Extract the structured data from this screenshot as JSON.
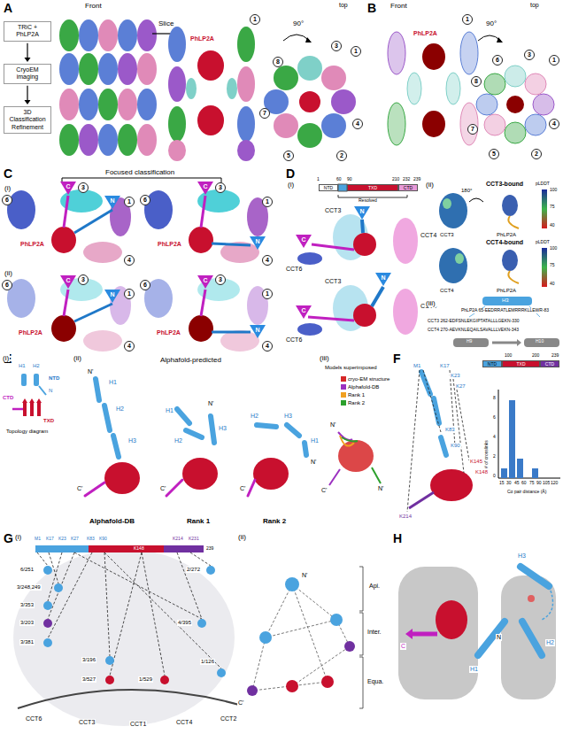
{
  "diagram": {
    "nodes": [
      {
        "text": [
          "TRiC + PhLP2A"
        ]
      },
      {
        "text": [
          "CryoEM imaging"
        ]
      },
      {
        "text": [
          "3D Classification Refinement"
        ]
      },
      {
        "text": [
          "NTD"
        ]
      },
      {
        "text": [
          "TXD"
        ]
      },
      {
        "text": [
          "CTD"
        ]
      },
      {
        "text": [
          "NTD"
        ]
      },
      {
        "text": [
          "TXD"
        ]
      },
      {
        "text": [
          "CTD"
        ]
      }
    ],
    "edges": [
      {
        "from": 0,
        "to": 1,
        "arrow": "to"
      },
      {
        "from": 1,
        "to": 2,
        "arrow": "to"
      }
    ],
    "labels": [
      "A",
      "Front",
      "Slice",
      "PhLP2A",
      "top",
      "90°",
      "1",
      "1",
      "3",
      "8",
      "7",
      "5",
      "2",
      "4",
      "B",
      "Front",
      "PhLP2A",
      "1",
      "90°",
      "top",
      "1",
      "6",
      "3",
      "8",
      "7",
      "5",
      "2",
      "4",
      "C",
      "Focused classification",
      "(i)",
      "6",
      "3",
      "1",
      "4",
      "PhLP2A",
      "C",
      "N",
      "6",
      "3",
      "1",
      "4",
      "PhLP2A",
      "C",
      "N",
      "(ii)",
      "6",
      "3",
      "1",
      "4",
      "PhLP2A",
      "C",
      "N",
      "6",
      "3",
      "1",
      "4",
      "PhLP2A",
      "C",
      "N",
      "D",
      "(i)",
      "1",
      "60",
      "90",
      "210",
      "232",
      "239",
      "Resolved",
      "N",
      "C",
      "CCT3",
      "CCT4",
      "CCT6",
      "N",
      "C",
      "CCT3",
      "CCT4",
      "CCT6",
      "(ii)",
      "CCT3-bound",
      "180°",
      "CCT3",
      "PhLP2A",
      "pLDDT",
      "100",
      "75",
      "40",
      "CCT4-bound",
      "CCT4",
      "PhLP2A",
      "pLDDT",
      "100",
      "75",
      "40",
      "(iii)",
      "H3",
      "PhLP2A 65-EEDRRATLEMRRRKLLEWR-83",
      "CCT3 262-EDFSNLEKGIPTATALLLGEKN-330",
      "CCT4 270-AEVKNLEQAILSAVALLLVEKN-343",
      "H9",
      "H10",
      "E",
      "(i)",
      "H1",
      "H2",
      "NTD",
      "N",
      "CTD",
      "TXD",
      "Topology diagram",
      "(ii)",
      "Alphafold-predicted",
      "N'",
      "H1",
      "H2",
      "H3",
      "C'",
      "Alphafold-DB",
      "N'",
      "H1",
      "H2",
      "H3",
      "C'",
      "Rank 1",
      "H2",
      "H3",
      "H1",
      "N'",
      "C'",
      "Rank 2",
      "(iii)",
      "Models superimposed",
      "N'",
      "C'",
      "N'",
      "F",
      "M1",
      "K17",
      "K23",
      "K27",
      "K83",
      "K90",
      "K145",
      "K148",
      "K214",
      "100",
      "200",
      "239",
      "# of crosslinks",
      "Cα pair distance (Å)",
      "15",
      "30",
      "45",
      "60",
      "75",
      "90",
      "105",
      "120",
      "0",
      "2",
      "4",
      "6",
      "8",
      "G",
      "(i)",
      "M1",
      "K17",
      "K23",
      "K27",
      "K83",
      "K90",
      "K148",
      "K214",
      "K231",
      "239",
      "6/251",
      "3/248,249",
      "3/353",
      "3/203",
      "3/381",
      "3/196",
      "3/527",
      "1/529",
      "1/126",
      "4/395",
      "2/272",
      "CCT6",
      "CCT3",
      "CCT1",
      "CCT4",
      "CCT2",
      "(ii)",
      "N'",
      "C'",
      "Api.",
      "Inter.",
      "Equa.",
      "H",
      "C",
      "H3",
      "H1",
      "H2",
      "N"
    ],
    "legend": [
      {
        "text": "cryo-EM structure",
        "color": "#d62728"
      },
      {
        "text": "Alphafold-DB",
        "color": "#9b30c0"
      },
      {
        "text": "Rank 1",
        "color": "#f0a020"
      },
      {
        "text": "Rank 2",
        "color": "#2ca02c"
      }
    ]
  }
}
